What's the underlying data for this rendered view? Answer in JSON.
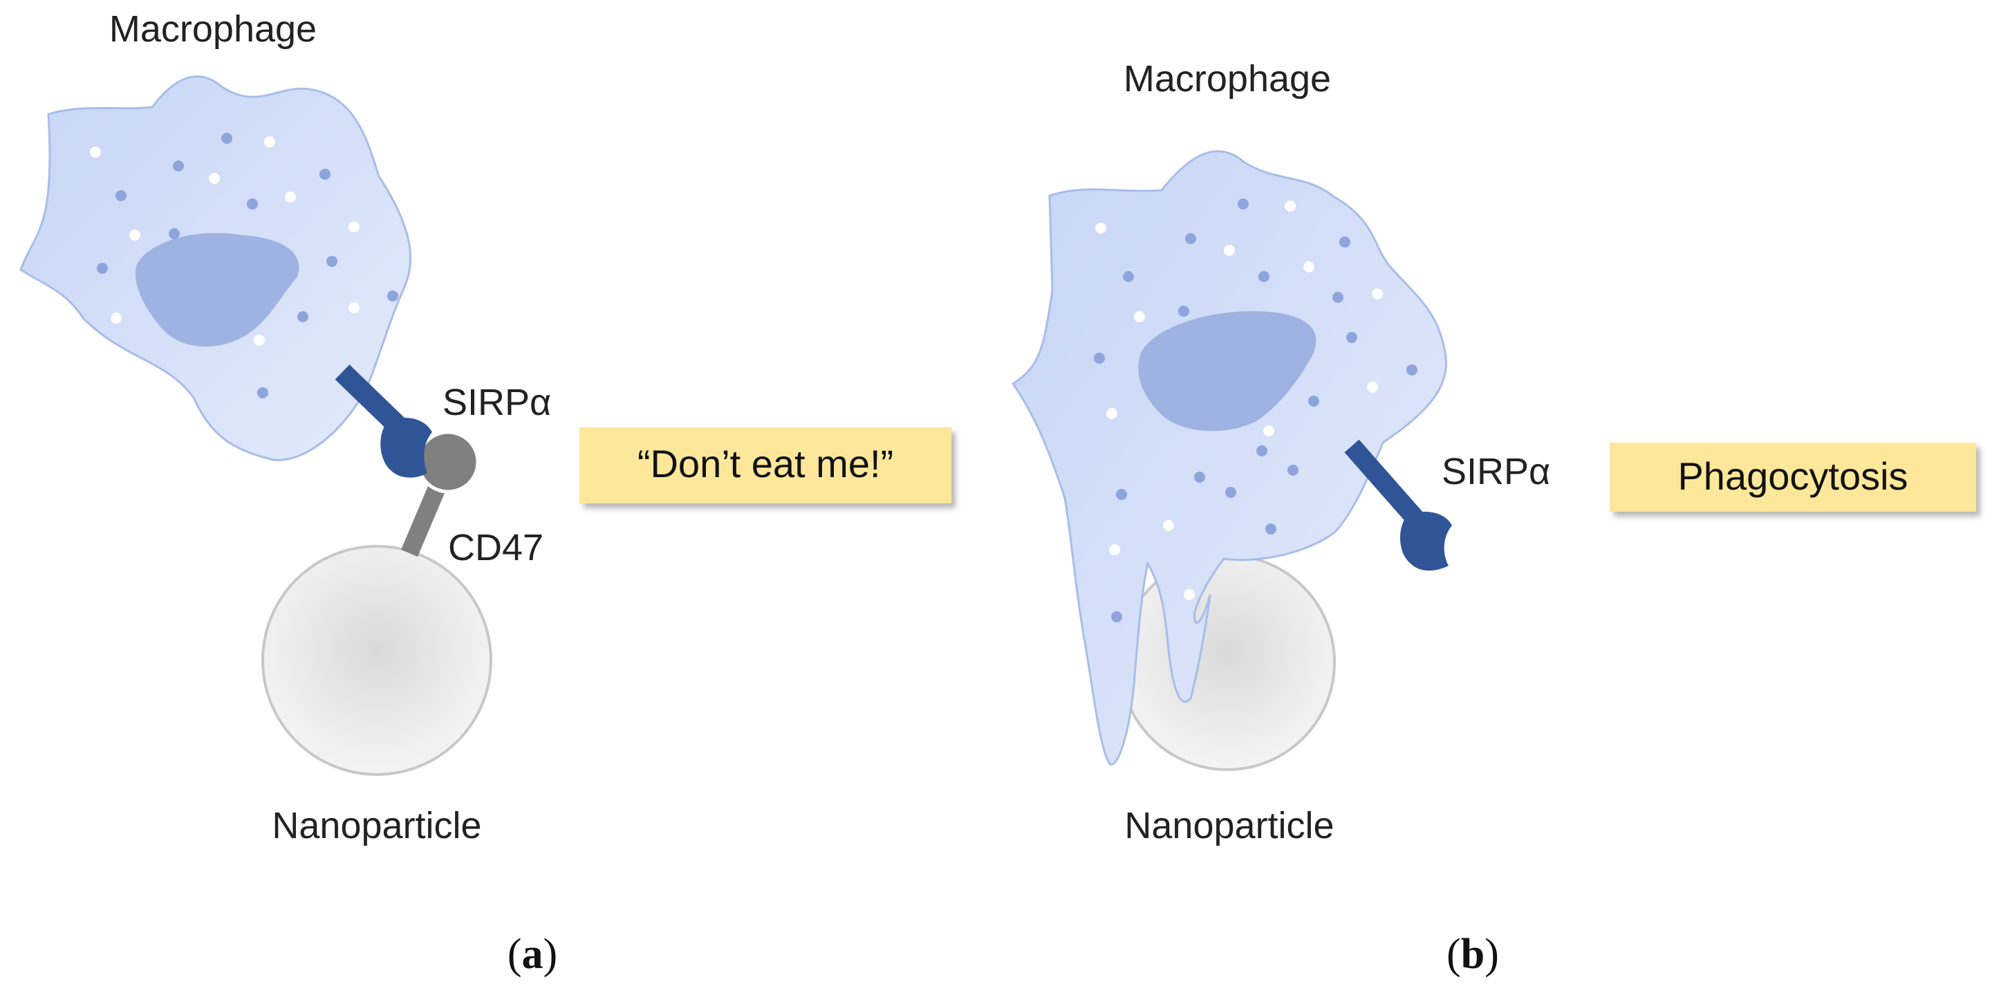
{
  "panels": {
    "a": {
      "macrophage_label": "Macrophage",
      "receptor_label": "SIRPα",
      "ligand_label": "CD47",
      "particle_label": "Nanoparticle",
      "note": "“Don’t eat me!”",
      "caption_open": "(",
      "caption_letter": "a",
      "caption_close": ")"
    },
    "b": {
      "macrophage_label": "Macrophage",
      "receptor_label": "SIRPα",
      "particle_label": "Nanoparticle",
      "note": "Phagocytosis",
      "caption_open": "(",
      "caption_letter": "b",
      "caption_close": ")"
    }
  },
  "colors": {
    "cell_fill": "#d4def7",
    "cell_edge": "#a8bde8",
    "nucleus": "#9fb3e2",
    "receptor": "#2f5597",
    "ligand": "#808080",
    "particle_edge": "#c8c8c8",
    "note_fill": "#fde79a"
  }
}
